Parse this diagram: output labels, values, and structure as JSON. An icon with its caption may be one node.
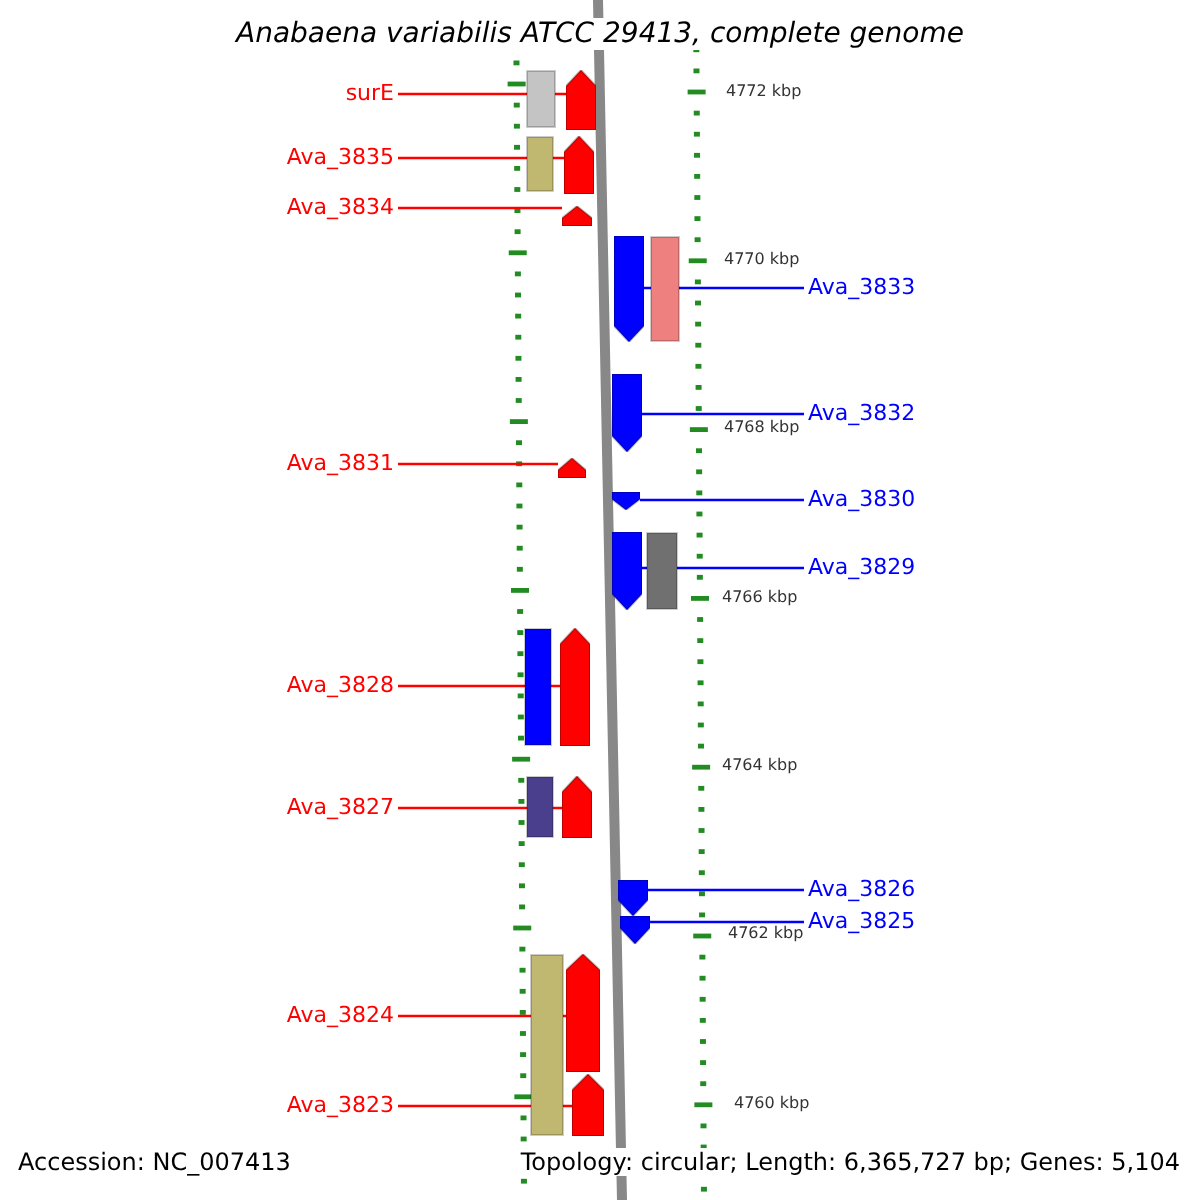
{
  "diagram": {
    "title": "Anabaena variabilis ATCC 29413, complete genome",
    "nodes": [
      {
        "text": [
          "surE"
        ]
      },
      {
        "text": [],
        "shape": "arrow"
      },
      {
        "text": [
          "Ava_3835"
        ]
      },
      {
        "text": [],
        "shape": "arrow"
      },
      {
        "text": [
          "Ava_3834"
        ]
      },
      {
        "text": [],
        "shape": "arrow"
      },
      {
        "text": [
          "Ava_3833"
        ]
      },
      {
        "text": [],
        "shape": "arrow"
      },
      {
        "text": [
          "Ava_3832"
        ]
      },
      {
        "text": [],
        "shape": "arrow"
      },
      {
        "text": [
          "Ava_3831"
        ]
      },
      {
        "text": [],
        "shape": "arrow"
      },
      {
        "text": [
          "Ava_3830"
        ]
      },
      {
        "text": [],
        "shape": "arrow"
      },
      {
        "text": [
          "Ava_3829"
        ]
      },
      {
        "text": [],
        "shape": "arrow"
      },
      {
        "text": [
          "Ava_3828"
        ]
      },
      {
        "text": [],
        "shape": "arrow"
      },
      {
        "text": [
          "Ava_3827"
        ]
      },
      {
        "text": [],
        "shape": "arrow"
      },
      {
        "text": [
          "Ava_3826"
        ]
      },
      {
        "text": [],
        "shape": "arrow"
      },
      {
        "text": [
          "Ava_3825"
        ]
      },
      {
        "text": [],
        "shape": "arrow"
      },
      {
        "text": [
          "Ava_3824"
        ]
      },
      {
        "text": [],
        "shape": "arrow"
      },
      {
        "text": [
          "Ava_3823"
        ]
      },
      {
        "text": [],
        "shape": "arrow"
      },
      {
        "text": [],
        "shape": "box"
      },
      {
        "text": [],
        "shape": "box"
      },
      {
        "text": [],
        "shape": "box"
      },
      {
        "text": [],
        "shape": "box"
      },
      {
        "text": [],
        "shape": "box"
      },
      {
        "text": [],
        "shape": "box"
      },
      {
        "text": [],
        "shape": "box"
      }
    ],
    "edges": [
      {
        "from": 0,
        "to": 1,
        "arrow": "none"
      },
      {
        "from": 2,
        "to": 3,
        "arrow": "none"
      },
      {
        "from": 4,
        "to": 5,
        "arrow": "none"
      },
      {
        "from": 6,
        "to": 7,
        "arrow": "none",
        "color": "#0000ff"
      },
      {
        "from": 8,
        "to": 9,
        "arrow": "none",
        "color": "#0000ff"
      },
      {
        "from": 10,
        "to": 11,
        "arrow": "none"
      },
      {
        "from": 12,
        "to": 13,
        "arrow": "none",
        "color": "#0000ff"
      },
      {
        "from": 14,
        "to": 15,
        "arrow": "none",
        "color": "#0000ff"
      },
      {
        "from": 16,
        "to": 17,
        "arrow": "none"
      },
      {
        "from": 18,
        "to": 19,
        "arrow": "none"
      },
      {
        "from": 20,
        "to": 21,
        "arrow": "none",
        "color": "#0000ff"
      },
      {
        "from": 22,
        "to": 23,
        "arrow": "none",
        "color": "#0000ff"
      },
      {
        "from": 24,
        "to": 25,
        "arrow": "none"
      },
      {
        "from": 26,
        "to": 27,
        "arrow": "none"
      }
    ],
    "labels": [
      "4772 kbp",
      "4770 kbp",
      "4768 kbp",
      "4766 kbp",
      "4764 kbp",
      "4762 kbp",
      "4760 kbp",
      "Accession: NC_007413",
      "Topology: circular; Length: 6,365,727 bp; Genes: 5,104"
    ]
  }
}
